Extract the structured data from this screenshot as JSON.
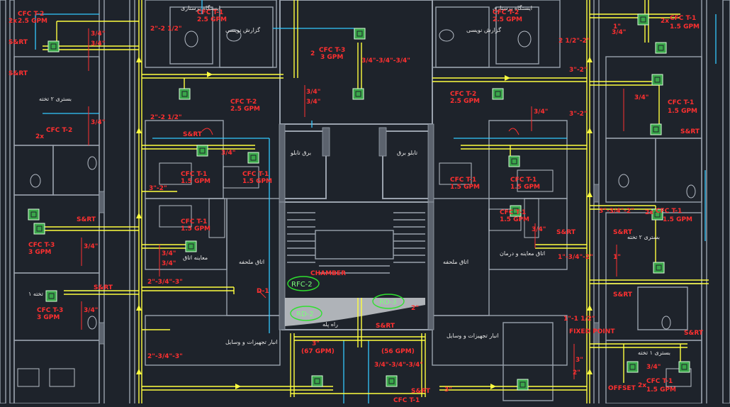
{
  "canvas": {
    "background": "#1e232b"
  },
  "colors": {
    "wall": "#9aa2ad",
    "pipe_supply": "#ffff40",
    "pipe_secondary": "#33c9ff",
    "label_red": "#ff3030",
    "unit_fill": "#3aa64a",
    "tag_green": "#7cff7c"
  },
  "rooms": {
    "nurse_station_left": "ایستگاه پرستاری",
    "nurse_station_right": "ایستگاه پرستاری",
    "report_left": "گزارش نویسی",
    "report_right": "گزارش نویسی",
    "elec_panel_left": "برق تابلو",
    "elec_panel_right": "تابلو برق",
    "hall_left": "اتاق ملحفه",
    "hall_right": "اتاق ملحفه",
    "exam_left": "معاینه اتاق",
    "exam_right": "اتاق معاینه و درمان",
    "storage_left": "انبار تجهیزات و وسایل",
    "storage_right": "انبار تجهیزات و وسایل",
    "bed2_left": "بستری ۲ تخته",
    "bed2_right": "بستری ۲ تخته",
    "bed1_left": "۱ تخته",
    "bed1_right": "بستری ۱ تخته"
  },
  "units": {
    "cfc_t1": "CFC T-1",
    "cfc_t2": "CFC T-2",
    "cfc_t3": "CFC T-3",
    "gpm_15": "1.5 GPM",
    "gpm_25": "2.5 GPM",
    "gpm_3": "3 GPM",
    "qty_2x": "2x",
    "qty_2": "2"
  },
  "tags": {
    "rfc2": "RFC-2",
    "rd2": "RD-2",
    "rd3": "RD-3",
    "chamber": "CHAMBER"
  },
  "pipes": {
    "s_34": "3/4\"",
    "s_1": "1\"",
    "s_2": "2\"",
    "s_3": "3\"",
    "s_2_212": "2\"-2 1/2\"",
    "s_3_2": "3\"-2\"",
    "s_34_34_34": "3/4\"-3/4\"-3/4\"",
    "s_2_34_3": "2\"-3/4\"-3\"",
    "s_3_34_2": "3\"-3/4\"-2\"",
    "s_1_34_2": "1\"-3/4\"-2\"",
    "s_1_112": "1\"-1 1/2\"",
    "s_212_2": "2 1/2\"-2\"",
    "gpm67": "(67 GPM)",
    "gpm56": "(56 GPM)",
    "sart": "S&RT",
    "fixed_point": "FIXED POINT",
    "offset": "OFFSET",
    "d1": "D-1",
    "stair_note": "راه پله"
  }
}
